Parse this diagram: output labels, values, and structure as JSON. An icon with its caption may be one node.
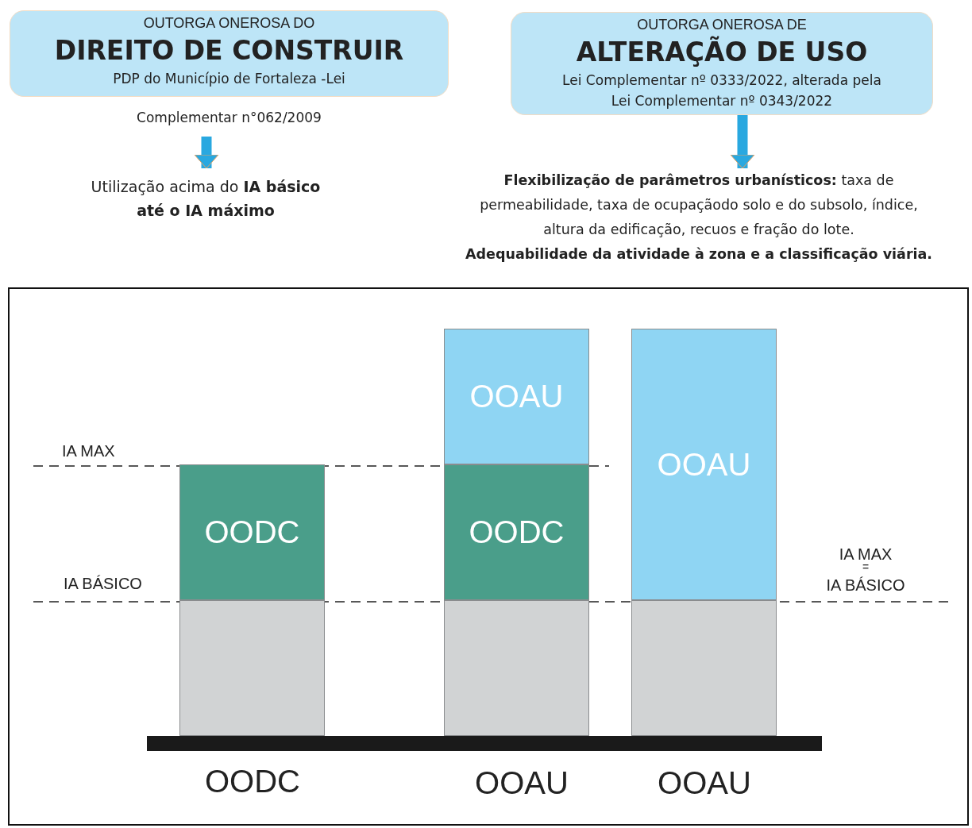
{
  "diagram": {
    "nodes": [
      {
        "text": [
          "OUTORGA ONEROSA DO",
          "DIREITO DE CONSTRUIR",
          "PDP do Município de Fortaleza -Lei"
        ],
        "beside": [
          "Complementar n°062/2009"
        ]
      },
      {
        "text": [
          "Utilização acima do **IA básico até o IA máximo**"
        ]
      },
      {
        "text": [
          "OUTORGA ONEROSA DE",
          "ALTERAÇÃO DE USO",
          "Lei Complementar nº 0333/2022, alterada pela Lei Complementar nº 0343/2022"
        ]
      },
      {
        "text": [
          "**Flexibilização de parâmetros urbanísticos:** taxa de permeabilidade, taxa de ocupaçãodo solo e do subsolo, índice, altura da edificação, recuos e fração do lote.",
          "Adequabilidade da atividade à zona e a classificação viária."
        ]
      },
      {
        "text": [],
        "shape": "box"
      },
      {
        "text": [
          "OODC"
        ],
        "in": 4
      },
      {
        "text": [],
        "shape": "box",
        "in": 4
      },
      {
        "text": [
          "OOAU"
        ],
        "in": 4
      },
      {
        "text": [
          "OODC"
        ],
        "in": 4
      },
      {
        "text": [],
        "shape": "box",
        "in": 4
      },
      {
        "text": [
          "OOAU"
        ],
        "in": 4
      },
      {
        "text": [],
        "shape": "box",
        "in": 4
      }
    ],
    "edges": [
      {
        "from": 0,
        "to": 1,
        "arrow": "to"
      },
      {
        "from": 2,
        "to": 3,
        "arrow": "to"
      }
    ],
    "labels": [
      "IA MAX",
      "IA BÁSICO",
      "IA MAX",
      "=",
      "IA BÁSICO",
      "OODC",
      "OOAU",
      "OOAU"
    ]
  }
}
